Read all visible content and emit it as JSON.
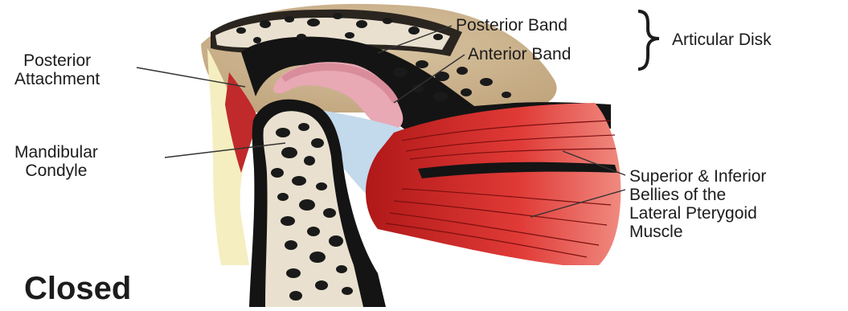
{
  "labels": {
    "posterior_attachment": [
      "Posterior",
      "Attachment"
    ],
    "mandibular_condyle": [
      "Mandibular",
      "Condyle"
    ],
    "posterior_band": "Posterior Band",
    "anterior_band": "Anterior Band",
    "articular_disk": "Articular Disk",
    "muscle": [
      "Superior & Inferior",
      "Bellies of the",
      "Lateral Pterygoid",
      "Muscle"
    ],
    "state": "Closed"
  },
  "colors": {
    "bone_tan": "#c9b28e",
    "bone_dark": "#1a1a1a",
    "marrow_spot": "#f4efe4",
    "disk_pink": "#e8a8b4",
    "synovial_cream": "#f5eec0",
    "ligament_blue": "#c3d9ec",
    "muscle_red": "#dd2a2a",
    "line": "#333333"
  }
}
